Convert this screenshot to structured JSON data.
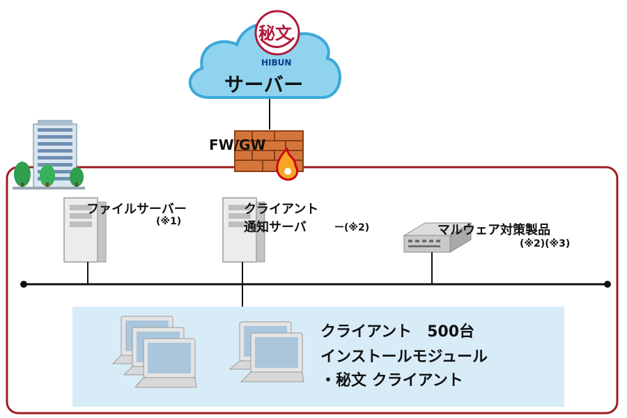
{
  "cloud": {
    "logo_text": "秘文",
    "brand": "HIBUN",
    "title": "サーバー"
  },
  "firewall": {
    "label": "FW/GW"
  },
  "file_server": {
    "label": "ファイルサーバー",
    "note": "(※1)"
  },
  "notify_server": {
    "label_line1": "クライアント",
    "label_line2": "通知サーバ",
    "note": "ー(※2)"
  },
  "malware": {
    "label": "マルウェア対策製品",
    "note": "(※2)(※3)"
  },
  "clients": {
    "line1": "クライアント　500台",
    "line2": "インストールモジュール",
    "line3": "・秘文 クライアント"
  },
  "colors": {
    "network_border": "#9b1c1c",
    "cloud_fill": "#8fd3ee",
    "cloud_stroke": "#3aa8d8",
    "firewall_brick": "#d4763b",
    "client_panel": "#d8ecf8",
    "logo_red": "#b0183a"
  }
}
